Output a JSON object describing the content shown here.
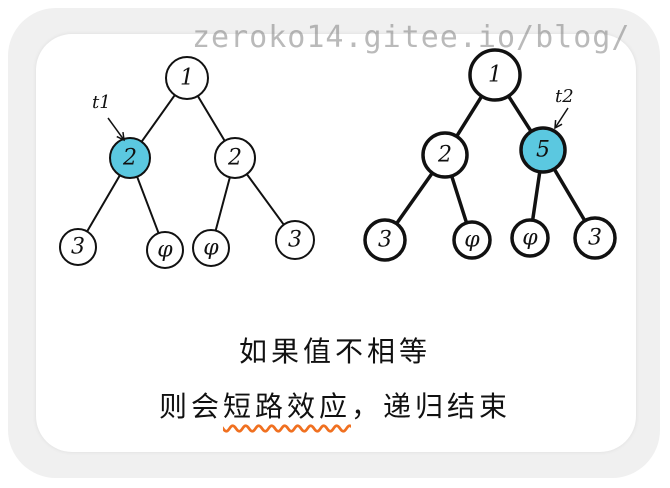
{
  "watermark": "zeroko14.gitee.io/blog/",
  "colors": {
    "highlight": "#5bc8e0",
    "underline": "#f07020",
    "stroke": "#111111"
  },
  "trees": [
    {
      "pointer": "t1",
      "nodes": [
        "1",
        "2",
        "2",
        "3",
        "φ",
        "φ",
        "3"
      ],
      "highlighted_index": 1
    },
    {
      "pointer": "t2",
      "nodes": [
        "1",
        "2",
        "5",
        "3",
        "φ",
        "φ",
        "3"
      ],
      "highlighted_index": 2
    }
  ],
  "caption": {
    "line1": "如果值不相等",
    "line2_prefix": "则会",
    "line2_highlight": "短路效应",
    "line2_suffix": "，递归结束"
  }
}
